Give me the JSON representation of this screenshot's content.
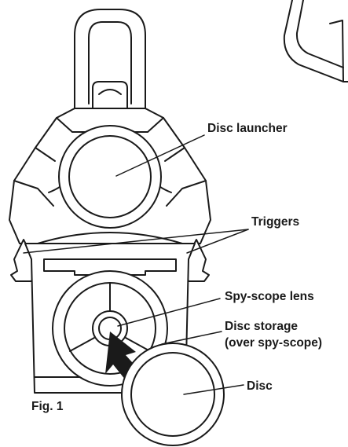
{
  "labels": {
    "disc_launcher": "Disc launcher",
    "triggers": "Triggers",
    "spy_scope_lens": "Spy-scope lens",
    "disc_storage_line1": "Disc storage",
    "disc_storage_line2": "(over spy-scope)",
    "disc": "Disc",
    "figure": "Fig. 1"
  }
}
